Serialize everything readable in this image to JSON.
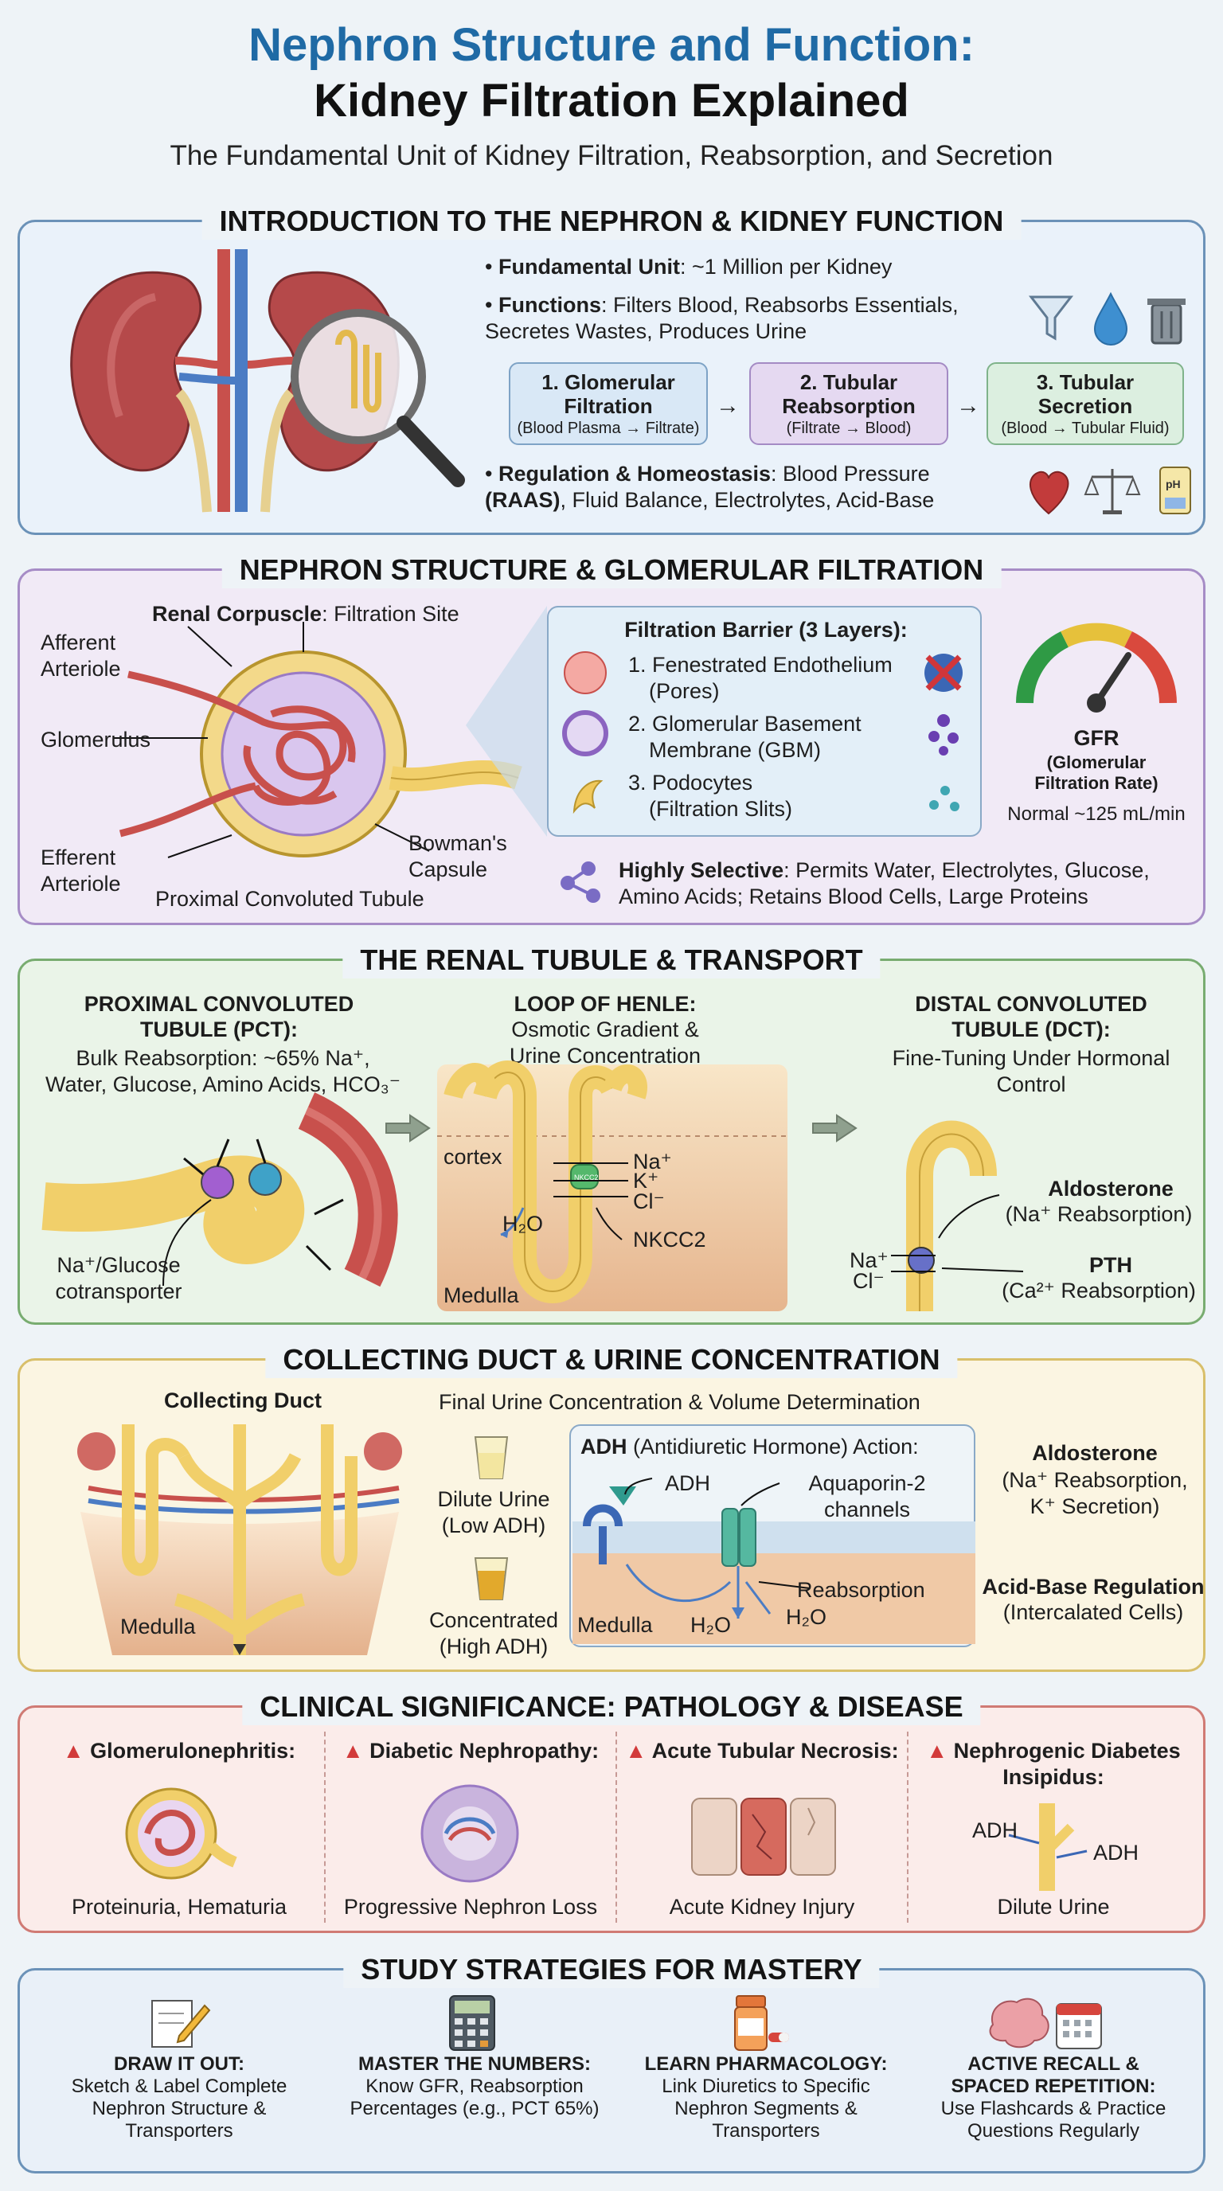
{
  "header": {
    "title_line1": "Nephron Structure and Function:",
    "title_line2": "Kidney Filtration Explained",
    "subtitle": "The Fundamental Unit of Kidney Filtration, Reabsorption, and Secretion"
  },
  "intro": {
    "title": "INTRODUCTION TO THE NEPHRON & KIDNEY FUNCTION",
    "unit_label": "Fundamental Unit",
    "unit_text": ": ~1 Million per Kidney",
    "functions_label": "Functions",
    "functions_text": ": Filters Blood, Reabsorbs Essentials, Secretes Wastes, Produces Urine",
    "steps": [
      {
        "title": "1. Glomerular Filtration",
        "sub": "(Blood Plasma → Filtrate)"
      },
      {
        "title": "2. Tubular Reabsorption",
        "sub": "(Filtrate → Blood)"
      },
      {
        "title": "3. Tubular Secretion",
        "sub": "(Blood → Tubular Fluid)"
      }
    ],
    "regulation_label": "Regulation & Homeostasis",
    "regulation_text": ": Blood Pressure",
    "regulation_raas": "(RAAS)",
    "regulation_text2": ", Fluid Balance, Electrolytes, Acid-Base",
    "icons": [
      "funnel-icon",
      "droplet-icon",
      "trash-icon",
      "heart-icon",
      "scales-icon",
      "ph-test-icon"
    ],
    "ph_label": "pH"
  },
  "structure": {
    "title": "NEPHRON STRUCTURE & GLOMERULAR FILTRATION",
    "corpuscle_label": "Renal Corpuscle",
    "corpuscle_text": ": Filtration Site",
    "afferent": "Afferent Arteriole",
    "glomerulus": "Glomerulus",
    "efferent": "Efferent Arteriole",
    "bowman": "Bowman's Capsule",
    "pct": "Proximal Convoluted Tubule",
    "barrier_title": "Filtration Barrier (3 Layers):",
    "layers": [
      {
        "line1": "1. Fenestrated Endothelium",
        "line2": "(Pores)"
      },
      {
        "line1": "2. Glomerular Basement",
        "line2": "Membrane (GBM)"
      },
      {
        "line1": "3. Podocytes",
        "line2": "(Filtration Slits)"
      }
    ],
    "gfr_title": "GFR",
    "gfr_sub1": "(Glomerular",
    "gfr_sub2": "Filtration Rate)",
    "gfr_normal": "Normal ~125 mL/min",
    "selective_label": "Highly Selective",
    "selective_text": ": Permits Water, Electrolytes, Glucose,",
    "selective_text2": "Amino Acids; Retains Blood Cells, Large Proteins"
  },
  "tubule": {
    "title": "THE RENAL TUBULE & TRANSPORT",
    "pct_head1": "PROXIMAL CONVOLUTED",
    "pct_head2": "TUBULE (PCT):",
    "pct_text1": "Bulk Reabsorption: ~65% Na⁺,",
    "pct_text2": "Water, Glucose, Amino Acids, HCO₃⁻",
    "pct_transporter1": "Na⁺/Glucose",
    "pct_transporter2": "cotransporter",
    "loh_head": "LOOP OF HENLE:",
    "loh_text1": "Osmotic Gradient &",
    "loh_text2": "Urine Concentration",
    "cortex": "cortex",
    "medulla": "Medulla",
    "h2o": "H₂O",
    "na": "Na⁺",
    "k": "K⁺",
    "cl": "Cl⁻",
    "nkcc2": "NKCC2",
    "nkcc_badge": "NKCC2",
    "dct_head1": "DISTAL CONVOLUTED",
    "dct_head2": "TUBULE (DCT):",
    "dct_text1": "Fine-Tuning Under Hormonal",
    "dct_text2": "Control",
    "aldo": "Aldosterone",
    "aldo_sub": "(Na⁺ Reabsorption)",
    "pth": "PTH",
    "pth_sub": "(Ca²⁺ Reabsorption)",
    "dct_na": "Na⁺",
    "dct_cl": "Cl⁻"
  },
  "collecting": {
    "title": "COLLECTING DUCT & URINE CONCENTRATION",
    "duct_label": "Collecting Duct",
    "final_label": "Final Urine Concentration & Volume Determination",
    "medulla": "Medulla",
    "dilute1": "Dilute Urine",
    "dilute2": "(Low ADH)",
    "conc1": "Concentrated",
    "conc2": "(High ADH)",
    "adh_bold": "ADH",
    "adh_title": " (Antidiuretic Hormone) Action:",
    "adh_label": "ADH",
    "aqp1": "Aquaporin-2",
    "aqp2": "channels",
    "reabsorption": "Reabsorption",
    "h2o_a": "H₂O",
    "h2o_b": "H₂O",
    "inset_medulla": "Medulla",
    "aldo": "Aldosterone",
    "aldo_sub1": "(Na⁺ Reabsorption,",
    "aldo_sub2": "K⁺ Secretion)",
    "acid": "Acid-Base Regulation",
    "acid_sub": "(Intercalated Cells)"
  },
  "clinical": {
    "title": "CLINICAL SIGNIFICANCE: PATHOLOGY & DISEASE",
    "items": [
      {
        "name": "Glomerulonephritis:",
        "effect": "Proteinuria, Hematuria"
      },
      {
        "name": "Diabetic Nephropathy:",
        "effect": "Progressive Nephron Loss"
      },
      {
        "name": "Acute Tubular Necrosis:",
        "effect": "Acute Kidney Injury"
      },
      {
        "name": "Nephrogenic Diabetes",
        "name2": "Insipidus:",
        "effect": "Dilute Urine"
      }
    ],
    "ndi_adh1": "ADH",
    "ndi_adh2": "ADH"
  },
  "study": {
    "title": "STUDY STRATEGIES FOR MASTERY",
    "items": [
      {
        "head1": "DRAW IT OUT:",
        "head2": "",
        "text1": "Sketch & Label Complete",
        "text2": "Nephron Structure &",
        "text3": "Transporters"
      },
      {
        "head1": "MASTER THE NUMBERS:",
        "head2": "",
        "text1": "Know GFR, Reabsorption",
        "text2": "Percentages (e.g., PCT 65%)",
        "text3": ""
      },
      {
        "head1": "LEARN PHARMACOLOGY:",
        "head2": "",
        "text1": "Link Diuretics to Specific",
        "text2": "Nephron Segments &",
        "text3": "Transporters"
      },
      {
        "head1": "ACTIVE RECALL &",
        "head2": "SPACED REPETITION:",
        "text1": "Use Flashcards & Practice",
        "text2": "Questions Regularly",
        "text3": ""
      }
    ]
  },
  "colors": {
    "title_blue": "#1f6aa5",
    "tubule_yellow": "#f4d77a",
    "vessel_red": "#c8504c",
    "vessel_blue": "#4b7cc4"
  }
}
